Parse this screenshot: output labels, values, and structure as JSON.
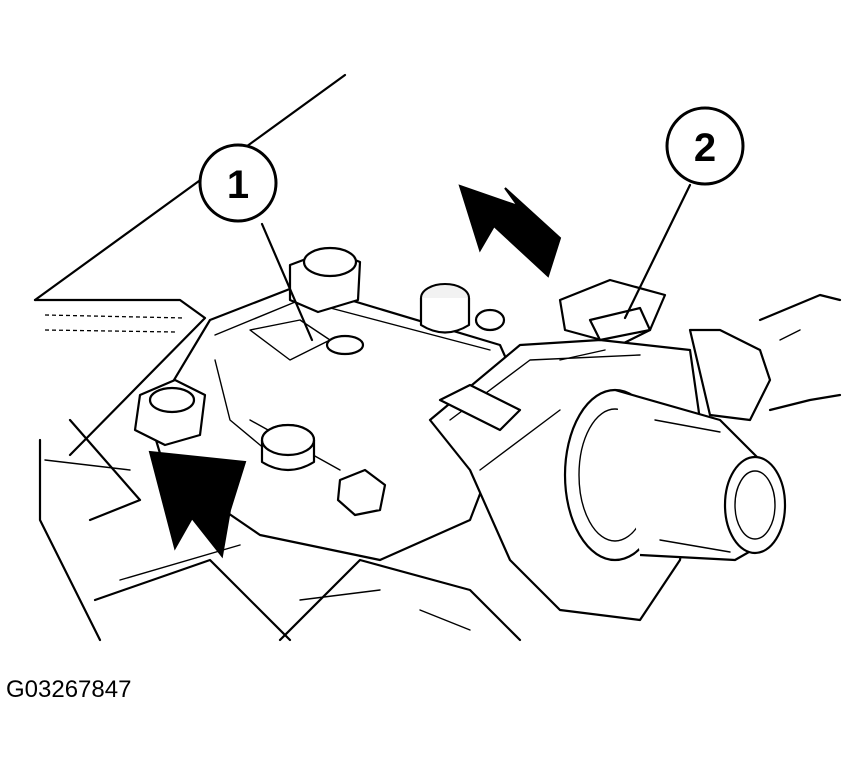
{
  "figure": {
    "callouts": [
      {
        "id": "1",
        "label": "1"
      },
      {
        "id": "2",
        "label": "2"
      }
    ],
    "figure_id": "G03267847"
  }
}
